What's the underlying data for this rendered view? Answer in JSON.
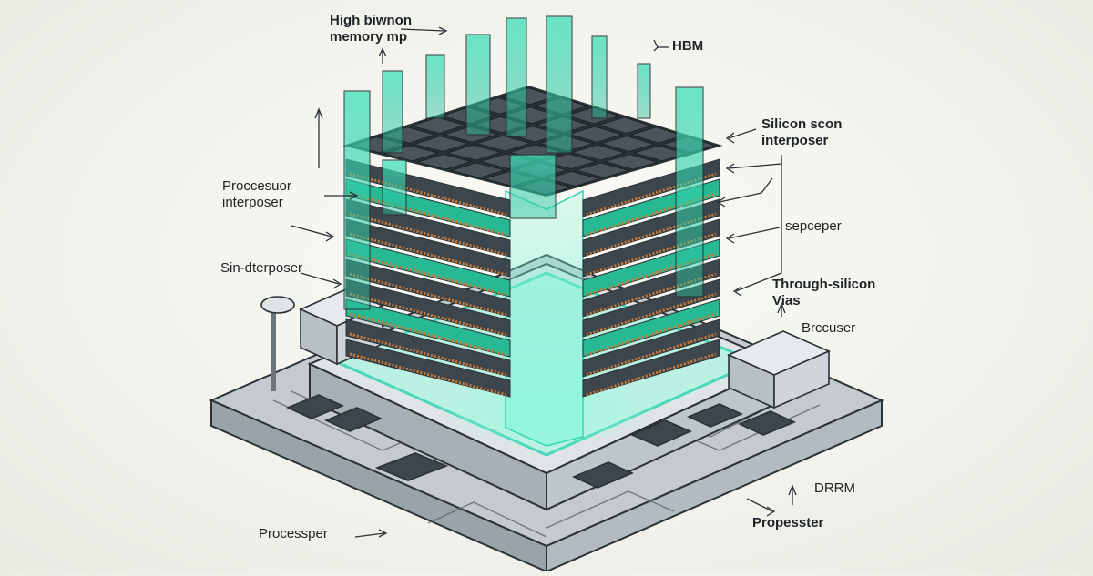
{
  "labels": {
    "hbm_title_line1": "High biwnon",
    "hbm_title_line2": "memory mp",
    "hbm": "HBM",
    "silicon_line1": "Silicon scon",
    "silicon_line2": "interposer",
    "processor_line1": "Proccesuor",
    "processor_line2": "interposer",
    "sepceper": "sepceper",
    "sin_interposer": "Sin-dterposer",
    "through_line1": "Through-silicon",
    "through_line2": "Vias",
    "brccuser": "Brccuser",
    "drrm": "DRRM",
    "propesster": "Propesster",
    "processper": "Processper"
  },
  "colors": {
    "accent_teal": "#2fd8b0",
    "glass_teal": "#5fe6c4",
    "chip_dark": "#3d464c",
    "copper": "#c97a3a",
    "board": "#c9cfd3",
    "line": "#2a3236"
  }
}
